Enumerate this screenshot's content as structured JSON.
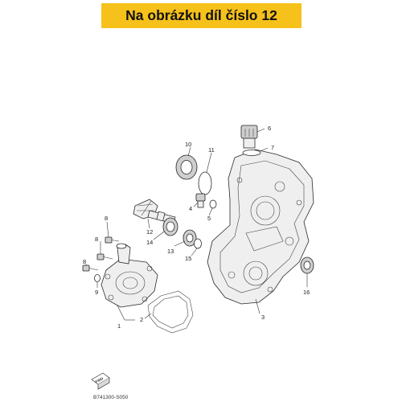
{
  "banner": {
    "text": "Na obrázku díl číslo 12",
    "color": "#f6c11a"
  },
  "diagram": {
    "callouts": [
      "1",
      "2",
      "3",
      "4",
      "5",
      "6",
      "7",
      "8",
      "8",
      "8",
      "9",
      "10",
      "11",
      "12",
      "13",
      "14",
      "15",
      "16"
    ],
    "direction_tag": "FWD",
    "drawing_code": "B741300-S050"
  }
}
